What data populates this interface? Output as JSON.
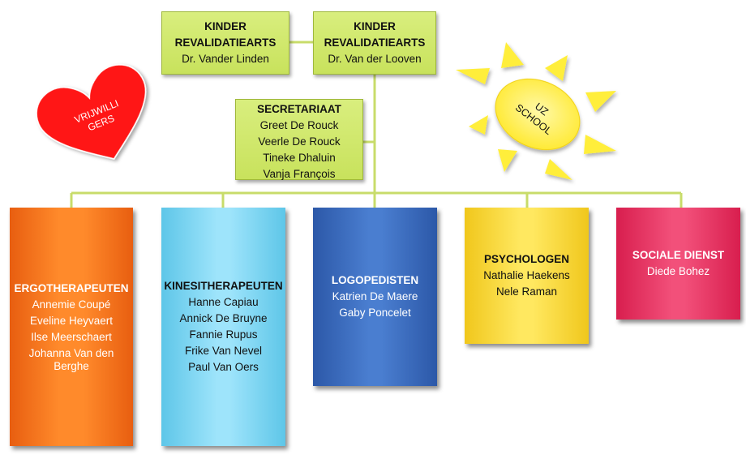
{
  "heads": [
    {
      "title": "KINDER REVALIDATIEARTS",
      "name": "Dr. Vander Linden"
    },
    {
      "title": "KINDER REVALIDATIEARTS",
      "name": "Dr. Van der Looven"
    }
  ],
  "secretariaat": {
    "title": "SECRETARIAAT",
    "members": [
      "Greet De Rouck",
      "Veerle De Rouck",
      "Tineke Dhaluin",
      "Vanja François"
    ]
  },
  "departments": [
    {
      "title": "ERGOTHERAPEUTEN",
      "members": [
        "Annemie Coupé",
        "Eveline Heyvaert",
        "Ilse Meerschaert",
        "Johanna Van den Berghe"
      ]
    },
    {
      "title": "KINESITHERAPEUTEN",
      "members": [
        "Hanne Capiau",
        "Annick De Bruyne",
        "Fannie Rupus",
        "Frike Van Nevel",
        "Paul Van Oers"
      ]
    },
    {
      "title": "LOGOPEDISTEN",
      "members": [
        "Katrien De Maere",
        "Gaby Poncelet"
      ]
    },
    {
      "title": "PSYCHOLOGEN",
      "members": [
        "Nathalie Haekens",
        "Nele Raman"
      ]
    },
    {
      "title": "SOCIALE DIENST",
      "members": [
        "Diede Bohez"
      ]
    }
  ],
  "heart": {
    "label": "VRIJWILLIGERS"
  },
  "sun": {
    "label": "UZ SCHOOL"
  },
  "colors": {
    "heads": "#d4ea74",
    "line": "#c8dc6a",
    "ergotherapeuten": "#ff7a1e",
    "kinesitherapeuten": "#8edcf6",
    "logopedisten": "#3b6cc0",
    "psychologen": "#ffdf3e",
    "sociale_dienst": "#e8345f",
    "heart": "#ff1414",
    "sun": "#ffee3a"
  }
}
